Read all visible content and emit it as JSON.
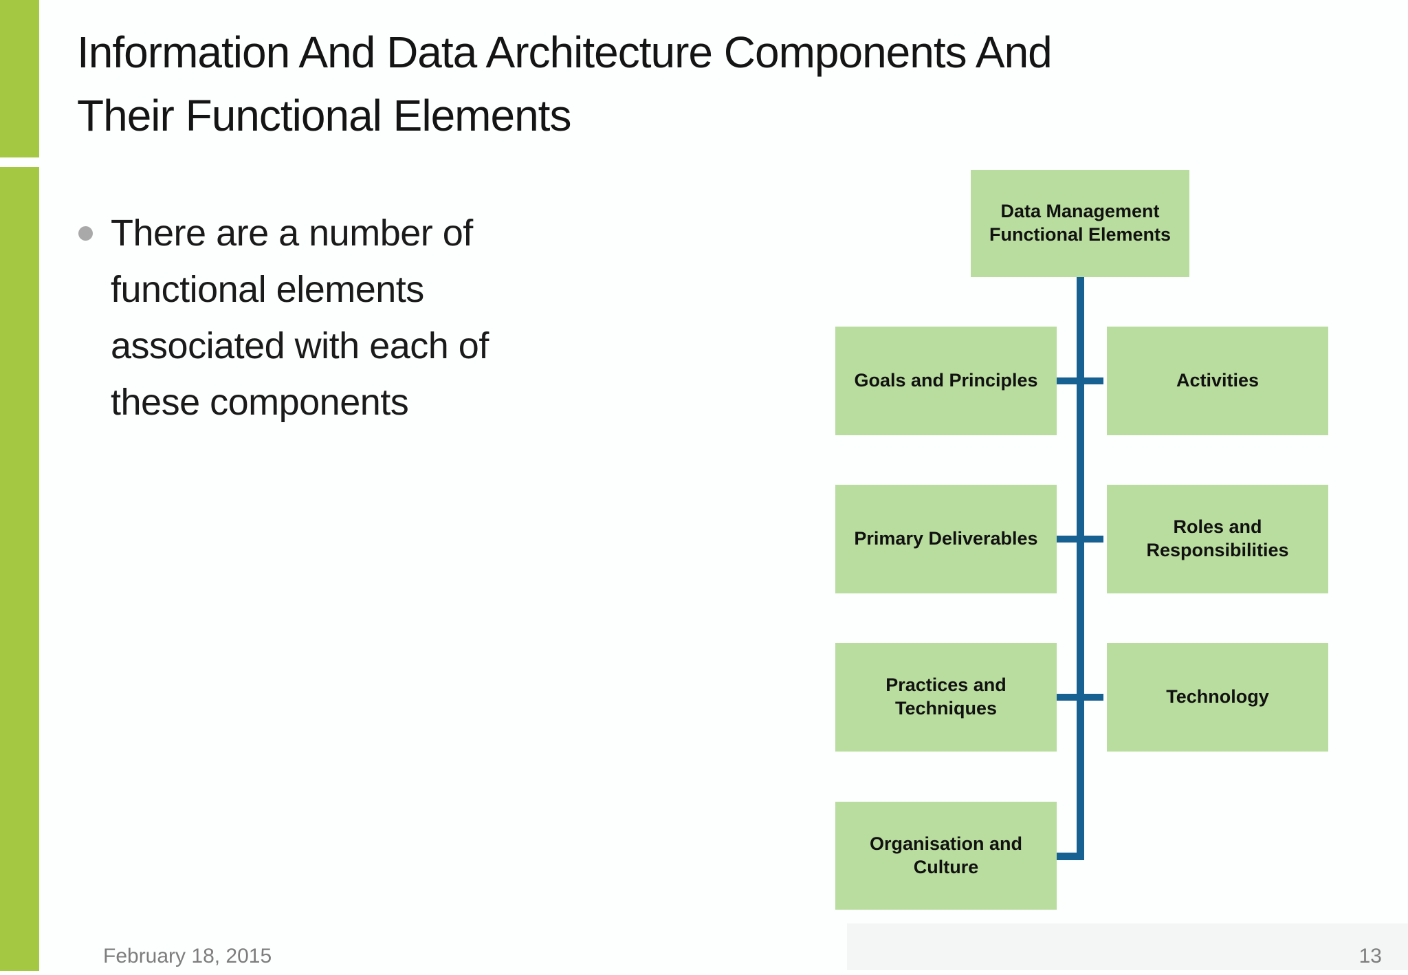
{
  "slide": {
    "title_lines": [
      "Information And Data Architecture Components And",
      "Their Functional Elements"
    ],
    "bullet": {
      "text": "There are a number of functional elements associated with each of these components"
    },
    "diagram": {
      "root": {
        "label": "Data Management Functional Elements"
      },
      "rows": [
        {
          "left": "Goals and Principles",
          "right": "Activities"
        },
        {
          "left": "Primary Deliverables",
          "right": "Roles and Responsibilities"
        },
        {
          "left": "Practices and Techniques",
          "right": "Technology"
        },
        {
          "left": "Organisation and Culture",
          "right": ""
        }
      ]
    },
    "footer": {
      "date": "February 18, 2015",
      "page_number": "13"
    },
    "colors": {
      "accent_green_bar": "#a5c843",
      "box_fill": "#b9dd9e",
      "connector_blue": "#176092",
      "footer_text": "#7d7d7d"
    }
  }
}
